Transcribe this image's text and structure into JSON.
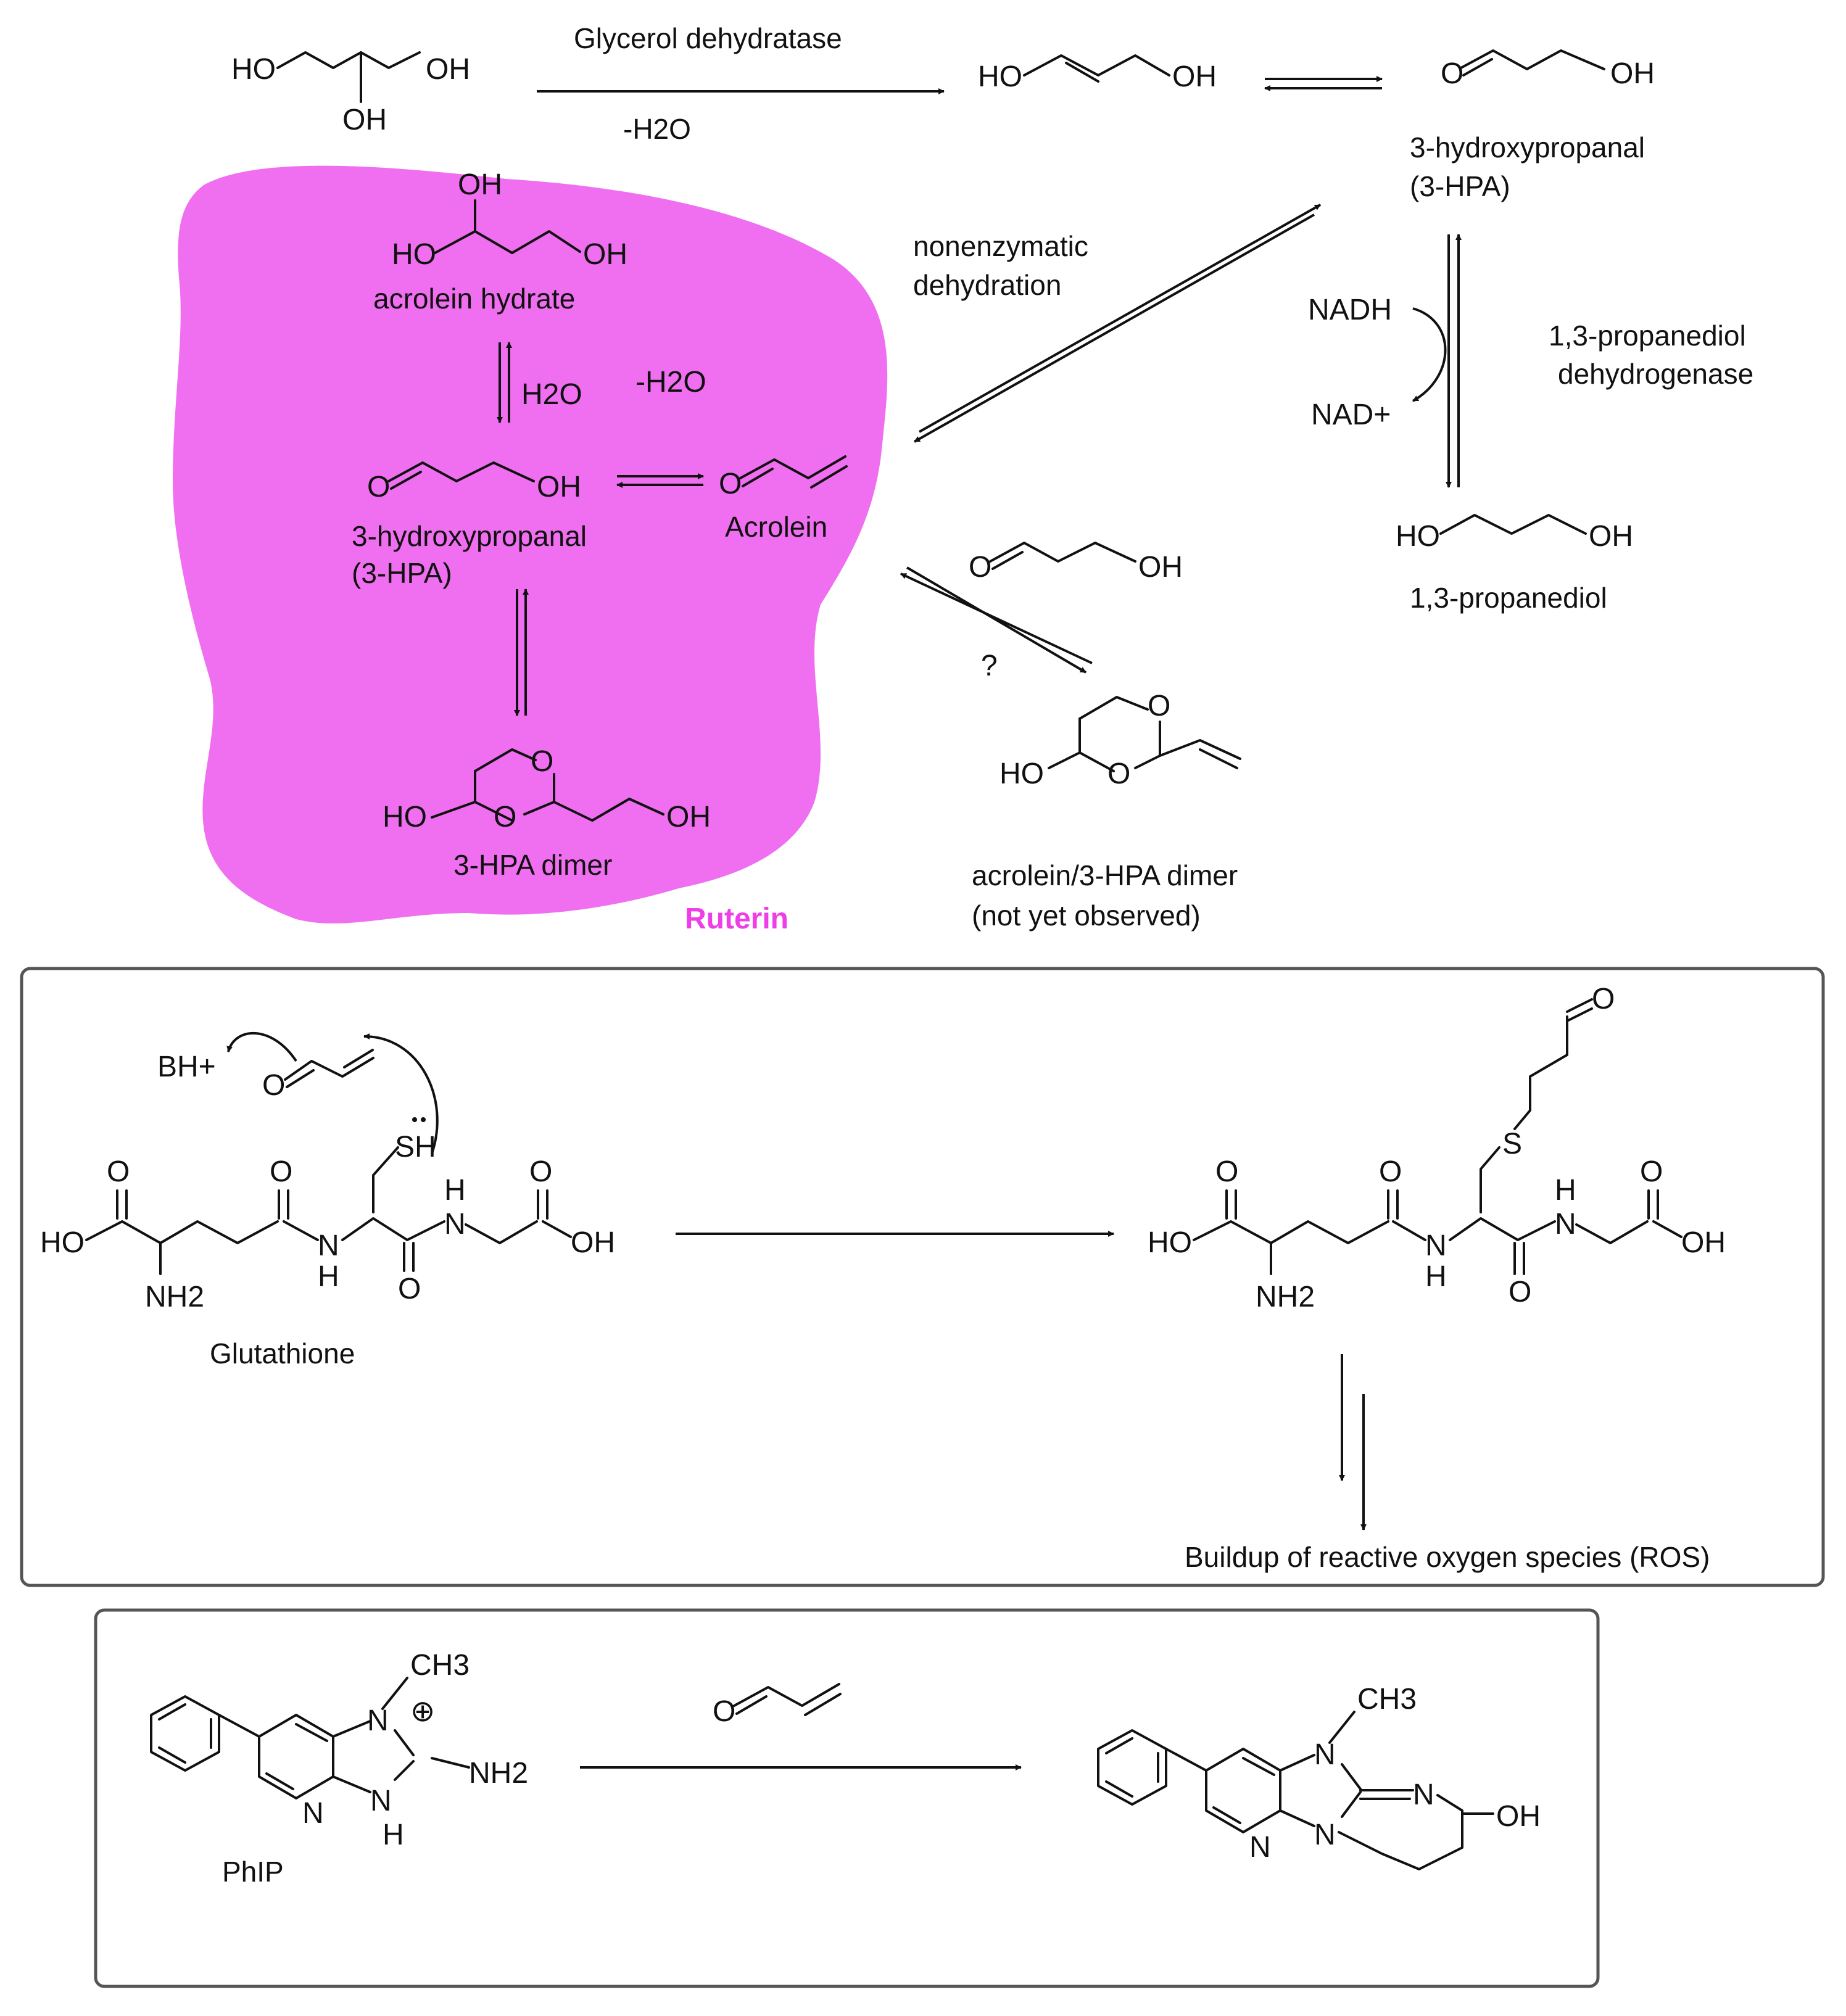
{
  "colors": {
    "ruterin_blob": "#f06ff0",
    "ruterin_text": "#ee3ee8",
    "ink": "#111111",
    "box_border": "#555555"
  },
  "top_scheme": {
    "enzyme_glycerol_dehydratase": "Glycerol dehydratase",
    "water_loss": "-H2O",
    "hpa_label_line1": "3-hydroxypropanal",
    "hpa_label_line2": "(3-HPA)",
    "nonenzymatic_line1": "nonenzymatic",
    "nonenzymatic_line2": "dehydration",
    "nadh": "NADH",
    "nad_plus": "NAD+",
    "propanediol_dh_line1": "1,3-propanediol",
    "propanediol_dh_line2": "dehydrogenase",
    "propanediol_label": "1,3-propanediol",
    "question_mark": "?",
    "mixed_dimer_line1": "acrolein/3-HPA dimer",
    "mixed_dimer_line2": "(not yet observed)"
  },
  "ruterin_blob": {
    "acrolein_hydrate": "acrolein hydrate",
    "h2o": "H2O",
    "minus_h2o": "-H2O",
    "hpa_line1": "3-hydroxypropanal",
    "hpa_line2": "(3-HPA)",
    "acrolein": "Acrolein",
    "hpa_dimer": "3-HPA dimer",
    "ruterin": "Ruterin"
  },
  "glutathione_box": {
    "bh_plus": "BH+",
    "glutathione_label": "Glutathione",
    "ros_label": "Buildup of reactive oxygen species (ROS)"
  },
  "phip_box": {
    "phip_label": "PhIP"
  },
  "atoms": {
    "HO": "HO",
    "OH": "OH",
    "O": "O",
    "N": "N",
    "H": "H",
    "S": "S",
    "SH": "SH",
    "NH2": "NH2",
    "NH": "NH",
    "CH3": "CH3",
    "plus": "⊕"
  }
}
